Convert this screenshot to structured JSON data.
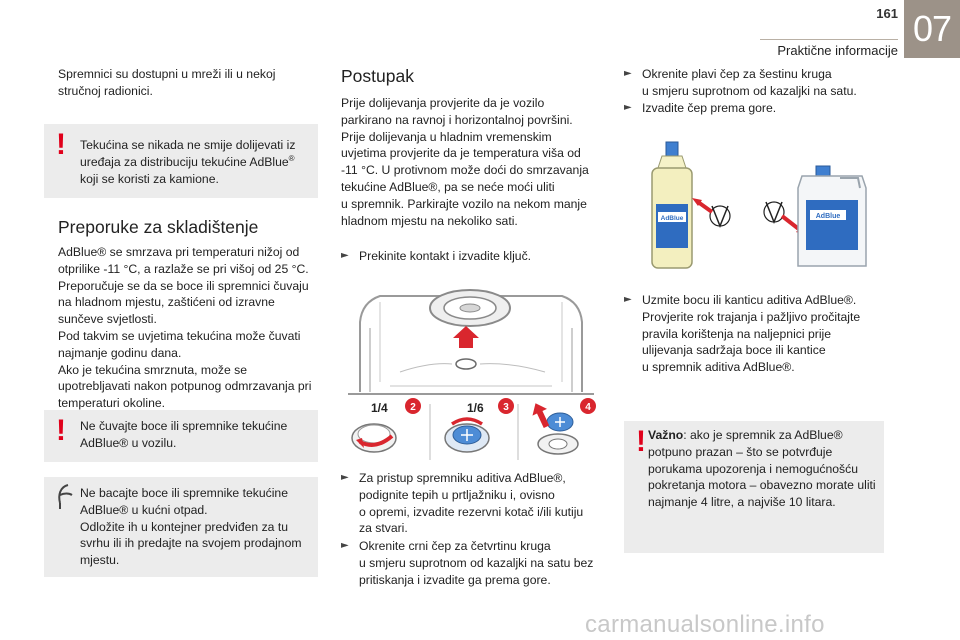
{
  "header": {
    "page_number": "161",
    "section_title": "Praktične informacije",
    "chapter": "07"
  },
  "col1": {
    "intro": "Spremnici su dostupni u mreži ili u nekoj stručnoj radionici.",
    "warning1": {
      "line1": "Tekućina se nikada ne smije dolijevati iz",
      "line2": "uređaja za distribuciju tekućine AdBlue",
      "line3": "koji se koristi za kamione."
    },
    "heading_storage": "Preporuke za skladištenje",
    "storage_para": [
      "AdBlue® se smrzava pri temperaturi nižoj od",
      "otprilike -11 °C, a razlaže se pri višoj od 25 °C.",
      "Preporučuje se da se boce ili spremnici čuvaju",
      "na hladnom mjestu, zaštićeni od izravne",
      "sunčeve svjetlosti.",
      "Pod takvim se uvjetima tekućina može čuvati",
      "najmanje godinu dana.",
      "Ako je tekućina smrznuta, može se",
      "upotrebljavati nakon potpunog odmrzavanja pri",
      "temperaturi okoline."
    ],
    "warning2": {
      "line1": "Ne čuvajte boce ili spremnike tekućine",
      "line2": "AdBlue® u vozilu."
    },
    "eco_note": [
      "Ne bacajte boce ili spremnike tekućine",
      "AdBlue® u kućni otpad.",
      "Odložite ih u kontejner predviđen za tu",
      "svrhu ili ih predajte na svojem prodajnom",
      "mjestu."
    ]
  },
  "col2": {
    "heading_procedure": "Postupak",
    "procedure_para": [
      "Prije dolijevanja provjerite da je vozilo",
      "parkirano na ravnoj i horizontalnoj površini.",
      "Prije dolijevanja u hladnim vremenskim",
      "uvjetima provjerite da je temperatura viša od",
      "-11 °C. U protivnom može doći do smrzavanja",
      "tekućine AdBlue®, pa se neće moći uliti",
      "u spremnik. Parkirajte vozilo na nekom manje",
      "hladnom mjestu na nekoliko sati."
    ],
    "step1": "Prekinite kontakt i izvadite ključ.",
    "figure_labels": {
      "fraction_quarter": "1/4",
      "fraction_sixth": "1/6",
      "badge2": "2",
      "badge3": "3",
      "badge4": "4"
    },
    "step2": [
      "Za pristup spremniku aditiva AdBlue®,",
      "podignite tepih u prtljažniku i, ovisno",
      "o opremi, izvadite rezervni kotač i/ili kutiju",
      "za stvari."
    ],
    "step3": [
      "Okrenite crni čep za četvrtinu kruga",
      "u smjeru suprotnom od kazaljki na satu bez",
      "pritiskanja i izvadite ga prema gore."
    ]
  },
  "col3": {
    "step4": [
      "Okrenite plavi čep za šestinu kruga",
      "u smjeru suprotnom od kazaljki na satu."
    ],
    "step5": "Izvadite čep prema gore.",
    "figure_labels": {
      "bottle_brand": "AdBlue",
      "canister_brand": "AdBlue"
    },
    "step6": [
      "Uzmite bocu ili kanticu aditiva AdBlue®.",
      "Provjerite rok trajanja i pažljivo pročitajte",
      "pravila korištenja na naljepnici prije",
      "ulijevanja sadržaja boce ili kantice",
      "u spremnik aditiva AdBlue®."
    ],
    "warning3": {
      "bold": "Važno",
      "lines": [
        ": ako je spremnik za AdBlue®",
        "potpuno prazan – što se potvrđuje",
        "porukama upozorenja i nemogućnošću",
        "pokretanja motora – obavezno morate uliti",
        "najmanje 4 litre, a najviše 10 litara."
      ]
    }
  },
  "footer": {
    "watermark": "carmanualsonline.info"
  },
  "colors": {
    "warning_red": "#e0001b",
    "badge_red": "#d9262e",
    "box_grey": "#ececec",
    "chapter_grey": "#9c9288",
    "cap_blue": "#4d8cd6"
  }
}
